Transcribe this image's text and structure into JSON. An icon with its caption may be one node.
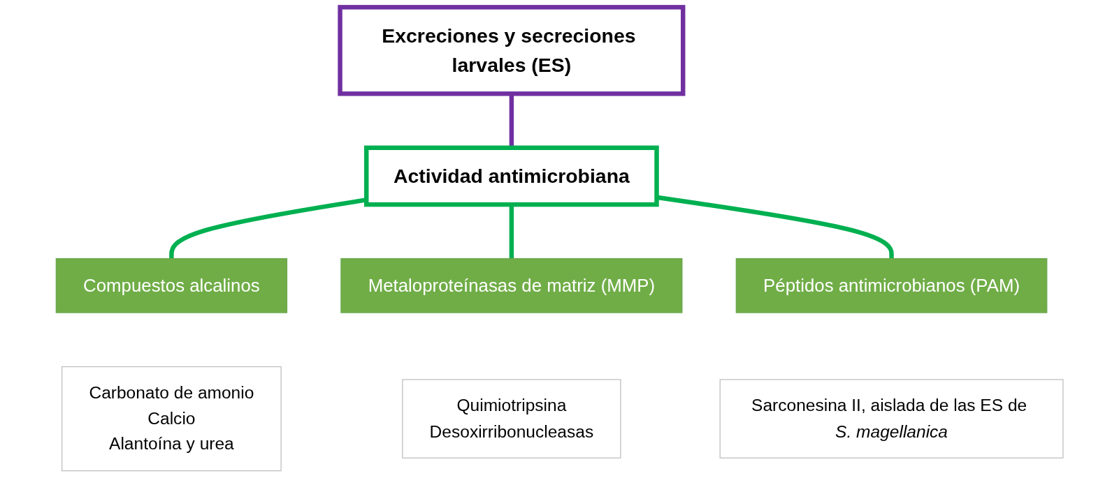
{
  "diagram": {
    "nodes": [
      {
        "text": [
          "Excreciones y secreciones larvales (ES)"
        ]
      },
      {
        "text": [
          "Actividad antimicrobiana"
        ]
      },
      {
        "text": [
          "Compuestos alcalinos"
        ]
      },
      {
        "text": [
          "Carbonato de amonio",
          "Calcio",
          "Alantoína y urea"
        ]
      },
      {
        "text": [
          "Metaloproteínasas de matriz (MMP)"
        ]
      },
      {
        "text": [
          "Quimiotripsina",
          "Desoxirribonucleasas"
        ]
      },
      {
        "text": [
          "Péptidos antimicrobianos (PAM)"
        ]
      },
      {
        "text": [
          "Sarconesina II, aislada de las ES de *S. magellanica*"
        ]
      }
    ],
    "edges": [
      {
        "from": 0,
        "to": 1,
        "arrow": "none",
        "color": "#7030a0"
      },
      {
        "from": 1,
        "to": 2,
        "arrow": "none"
      },
      {
        "from": 1,
        "to": 4,
        "arrow": "none"
      },
      {
        "from": 1,
        "to": 6,
        "arrow": "none"
      }
    ]
  }
}
